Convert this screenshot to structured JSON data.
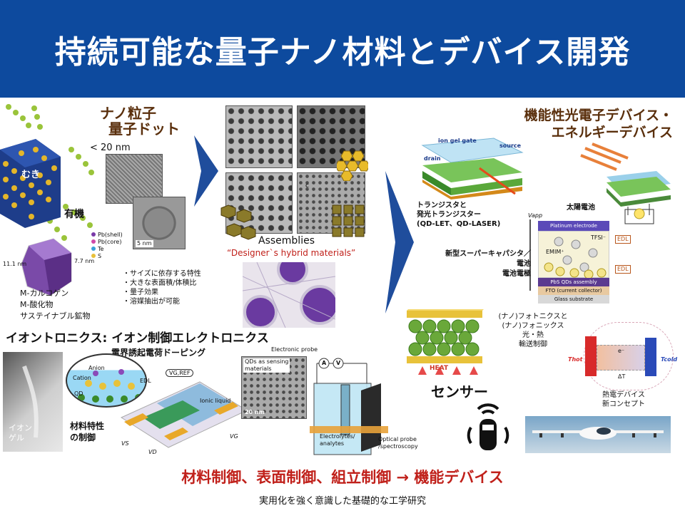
{
  "header": {
    "title": "持続可能な量子ナノ材料とデバイス開発"
  },
  "nano": {
    "title_line1": "ナノ粒子",
    "title_line2": "量子ドット",
    "size_label": "< 20 nm",
    "label_bare": "むき",
    "label_organic": "有機",
    "legend": [
      "Pb(shell)",
      "Pb(core)",
      "Te",
      "S"
    ],
    "dim_left": "11.1 nm",
    "dim_right": "7.7 nm",
    "scale_tem": "5 nm",
    "materials": [
      "M-カルコゲン",
      "M-酸化物",
      "サステイナブル鉱物"
    ],
    "properties": [
      "・サイズに依存する特性",
      "・大きな表面積/体積比",
      "・量子効果",
      "・溶媒抽出が可能"
    ]
  },
  "assemblies": {
    "title": "Assemblies",
    "subtitle": "“Designer`s hybrid materials”",
    "marker": "c"
  },
  "devices": {
    "title_line1": "機能性光電子デバイス・",
    "title_line2": "エネルギーデバイス",
    "transistor_labels": [
      "ion gel gate",
      "source",
      "drain"
    ],
    "transistor_desc": [
      "トランジスタと",
      "発光トランジスター",
      "(QD-LET、QD-LASER)"
    ],
    "solar": "太陽電池",
    "vapp": "Vapp",
    "supercap_desc": [
      "新型スーパーキャパシタ／",
      "電池",
      "電池電極"
    ],
    "supercap_layers": [
      "Platinum electrode",
      "TFSI⁻",
      "EMIM⁺",
      "PbS QDs assembly",
      "FTO (current collector)",
      "Glass substrate"
    ],
    "edl": "EDL"
  },
  "sensor": {
    "heat": "HEAT",
    "title": "センサー",
    "photonics": [
      "(ナノ)フォトニクスと",
      "(ナノ)フォニックス",
      "光・熱",
      "輸送制御"
    ],
    "thermo_labels": [
      "Thot",
      "Tcold",
      "e⁻",
      "ΔT"
    ],
    "thermo_caption": [
      "熱電デバイス",
      "新コンセプト"
    ]
  },
  "iontronics": {
    "title": "イオントロニクス: イオン制御エレクトロニクス",
    "doping": "電界誘起電荷ドーピング",
    "ion_gel": [
      "イオン",
      "ゲル"
    ],
    "inset_labels": [
      "Anion",
      "Cation",
      "QD",
      "EDL"
    ],
    "device_labels": [
      "VG,REF",
      "Ionic liquid",
      "VS",
      "VD",
      "VG"
    ],
    "material_control": [
      "材料特性",
      "の制御"
    ],
    "qd_sensing": [
      "QDs as sensing",
      "materials"
    ],
    "scale": "20 nm",
    "electronic_probe": "Electronic probe",
    "meter_a": "A",
    "meter_v": "V",
    "electrolytes": [
      "Electrolytes/",
      "analytes"
    ],
    "optical": [
      "Optical probe",
      "/spectroscopy"
    ]
  },
  "footer": {
    "line": "材料制御、表面制御、組立制御 → 機能デバイス",
    "sub": "実用化を強く意識した基礎的な工学研究"
  },
  "colors": {
    "header": "#0d4a9e",
    "accent_red": "#c0201a",
    "arrow": "#1f4d9c",
    "title_brown": "#5a2f0c"
  }
}
